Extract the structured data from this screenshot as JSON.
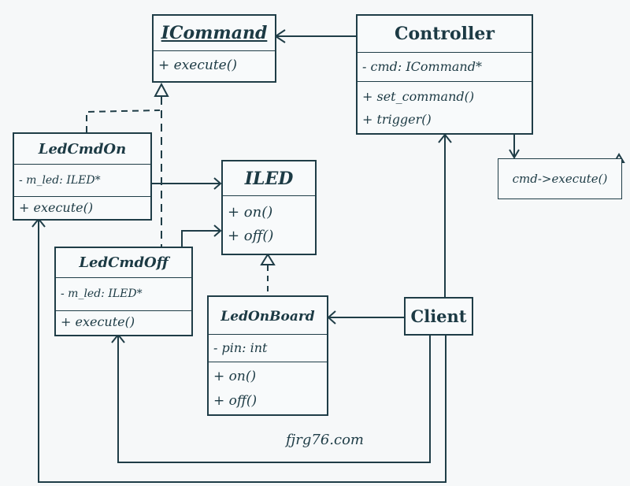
{
  "diagram": {
    "type": "UML class diagram (Command pattern)",
    "classes": {
      "icommand": {
        "name": "ICommand",
        "attributes": [],
        "methods": [
          "+ execute()"
        ]
      },
      "controller": {
        "name": "Controller",
        "attributes": [
          "- cmd: ICommand*"
        ],
        "methods": [
          "+ set_command()",
          "+ trigger()"
        ]
      },
      "ledcmdon": {
        "name": "LedCmdOn",
        "attributes": [
          "- m_led: ILED*"
        ],
        "methods": [
          "+ execute()"
        ]
      },
      "iled": {
        "name": "ILED",
        "attributes": [],
        "methods": [
          "+ on()",
          "+ off()"
        ]
      },
      "ledcmdoff": {
        "name": "LedCmdOff",
        "attributes": [
          "- m_led: ILED*"
        ],
        "methods": [
          "+ execute()"
        ]
      },
      "ledonboard": {
        "name": "LedOnBoard",
        "attributes": [
          "- pin: int"
        ],
        "methods": [
          "+ on()",
          "+ off()"
        ]
      },
      "client": {
        "name": "Client"
      }
    },
    "note": {
      "text": "cmd->execute()"
    },
    "relations": [
      {
        "from": "Controller",
        "to": "ICommand",
        "kind": "association"
      },
      {
        "from": "LedCmdOn",
        "to": "ICommand",
        "kind": "realization"
      },
      {
        "from": "LedCmdOff",
        "to": "ICommand",
        "kind": "realization"
      },
      {
        "from": "LedCmdOn",
        "to": "ILED",
        "kind": "association"
      },
      {
        "from": "LedCmdOff",
        "to": "ILED",
        "kind": "association"
      },
      {
        "from": "LedOnBoard",
        "to": "ILED",
        "kind": "realization"
      },
      {
        "from": "Client",
        "to": "LedOnBoard",
        "kind": "association"
      },
      {
        "from": "Client",
        "to": "Controller",
        "kind": "association"
      },
      {
        "from": "Client",
        "to": "LedCmdOn",
        "kind": "association"
      },
      {
        "from": "Client",
        "to": "LedCmdOff",
        "kind": "association"
      },
      {
        "from": "Controller.trigger",
        "to": "note",
        "kind": "note-link"
      }
    ],
    "watermark": "fjrg76.com"
  },
  "colors": {
    "ink": "#1f3d47",
    "background": "#f6f8f9"
  }
}
